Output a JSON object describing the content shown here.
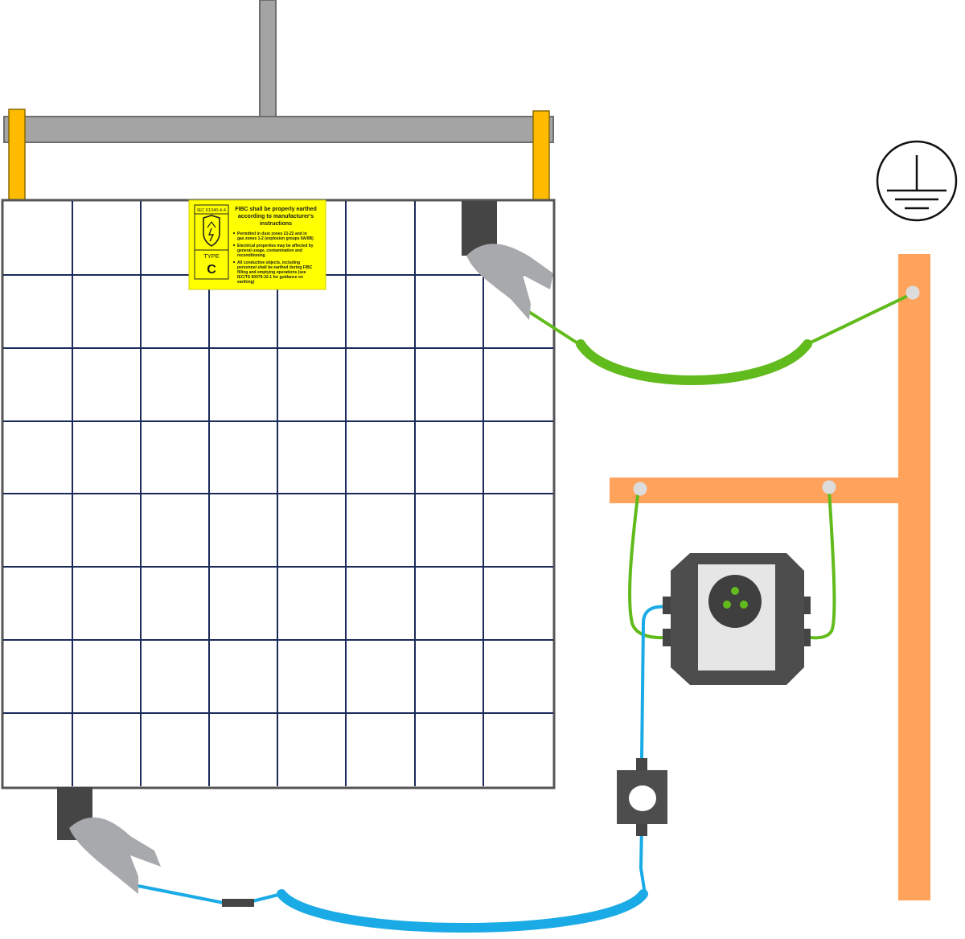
{
  "label": {
    "standard": "IEC 61340-4-4",
    "type_word": "TYPE",
    "type_letter": "C",
    "heading_line1": "FIBC shall be properly earthed",
    "heading_line2": "according to manufacturer's",
    "heading_line3": "instructions",
    "bullets": [
      [
        "Permitted in dust zones 21-22 and in",
        "gas zones 1-2 (explosion groups IIA/IIB)"
      ],
      [
        "Electrical properties may be affected by",
        "general usage, contamination and",
        "reconditioning"
      ],
      [
        "All conductive objects, including",
        "personnel shall be earthed during FIBC",
        "filling and emptying operations (see",
        "IEC/TS 60079-32-1 for guidance on",
        "earthing)"
      ]
    ]
  },
  "colors": {
    "bag_grid": "#1c2a5a",
    "bag_border": "#555555",
    "frame_grey": "#a4a4a4",
    "strap_yellow": "#ffbb00",
    "label_yellow": "#ffff00",
    "earth_orange": "#ffa35c",
    "wire_green": "#62bb1c",
    "wire_blue": "#1aabe6",
    "device_dark": "#4d4d4d",
    "clamp_grey": "#a7a9ac"
  },
  "icons": [
    "earth-ground-symbol-icon",
    "esd-shield-icon"
  ]
}
